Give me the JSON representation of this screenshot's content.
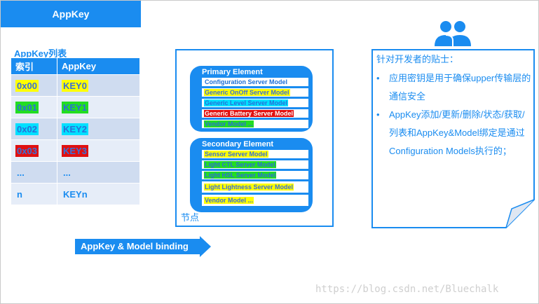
{
  "header": {
    "title": "AppKey"
  },
  "appkey_table": {
    "caption": "AppKey列表",
    "columns": [
      "索引",
      "AppKey"
    ],
    "rows": [
      {
        "index": "0x00",
        "key": "KEY0",
        "highlight": "#ffff00"
      },
      {
        "index": "0x01",
        "key": "KEY1",
        "highlight": "#22dd22"
      },
      {
        "index": "0x02",
        "key": "KEY2",
        "highlight": "#00e0ff"
      },
      {
        "index": "0x03",
        "key": "KEY3",
        "highlight": "#e01010"
      },
      {
        "index": "...",
        "key": "...",
        "highlight": ""
      },
      {
        "index": "n",
        "key": "KEYn",
        "highlight": ""
      }
    ]
  },
  "node": {
    "label": "节点",
    "primary": {
      "title": "Primary Element",
      "models": [
        {
          "name": "Configuration Server Model",
          "highlight": ""
        },
        {
          "name": "Generic OnOff Server Model",
          "highlight": "#ffff00"
        },
        {
          "name": "Generic Level Server Model",
          "highlight": "#00e0ff"
        },
        {
          "name": "Generic Battery Server Model",
          "highlight": "#e01010"
        },
        {
          "name": "Vendor Model ...",
          "highlight": "#22dd22"
        }
      ]
    },
    "secondary": {
      "title": "Secondary Element",
      "models": [
        {
          "name": "Sensor Server Model",
          "highlight": "#ffff00"
        },
        {
          "name": "Light CTL Server Model",
          "highlight": "#22dd22"
        },
        {
          "name": "Light HSL Server Model",
          "highlight": "#22dd22"
        },
        {
          "name": "Light Lightness Server Model",
          "highlight": "#ffff00"
        },
        {
          "name": "Vendor Model ...",
          "highlight": "#ffff00"
        }
      ]
    }
  },
  "binding": {
    "label": "AppKey & Model binding"
  },
  "tips": {
    "title": "针对开发者的贴士：",
    "items": [
      "应用密钥是用于确保upper传输层的通信安全",
      "AppKey添加/更新/删除/状态/获取/列表和AppKey&Model绑定是通过Configuration Models执行的；"
    ]
  },
  "icons": {
    "developers": "people-icon"
  },
  "watermark": "https://blog.csdn.net/Bluechalk",
  "colors": {
    "accent": "#1a8cf0",
    "table_row": "#cfdcf0",
    "table_row_alt": "#e6edf8"
  }
}
